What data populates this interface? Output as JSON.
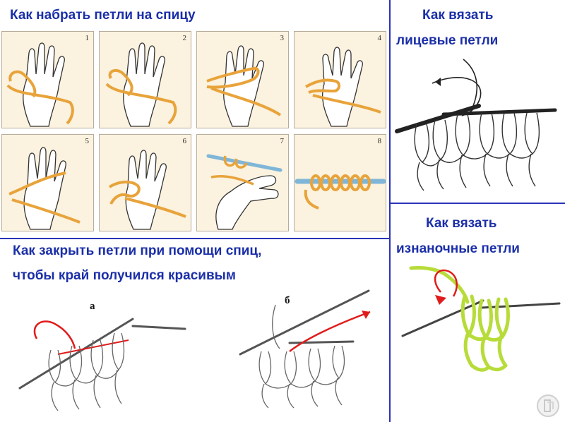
{
  "titles": {
    "cast_on": "Как набрать петли на спицу",
    "knit_stitch_line1": "Как вязать",
    "knit_stitch_line2": "лицевые петли",
    "purl_stitch_line1": "Как вязать",
    "purl_stitch_line2": "изнаночные петли",
    "bind_off_line1": "Как закрыть петли при помощи спиц,",
    "bind_off_line2": "чтобы край получился красивым"
  },
  "cast_on_steps": [
    "1",
    "2",
    "3",
    "4",
    "5",
    "6",
    "7",
    "8"
  ],
  "bind_off_figures": {
    "a": "а",
    "b": "б"
  },
  "colors": {
    "title_text": "#1b2fa8",
    "divider": "#2a33b8",
    "panel_bg": "#fbf2df",
    "yarn_orange": "#e8a33a",
    "needle_blue": "#7fb6d8",
    "purl_yarn_green": "#b7dc3a",
    "arrow_red": "#e01b1b"
  },
  "icons": [
    "hand-icon",
    "knitting-needle-icon",
    "yarn-loop-icon",
    "red-arrow-icon",
    "watermark-logo-icon"
  ]
}
